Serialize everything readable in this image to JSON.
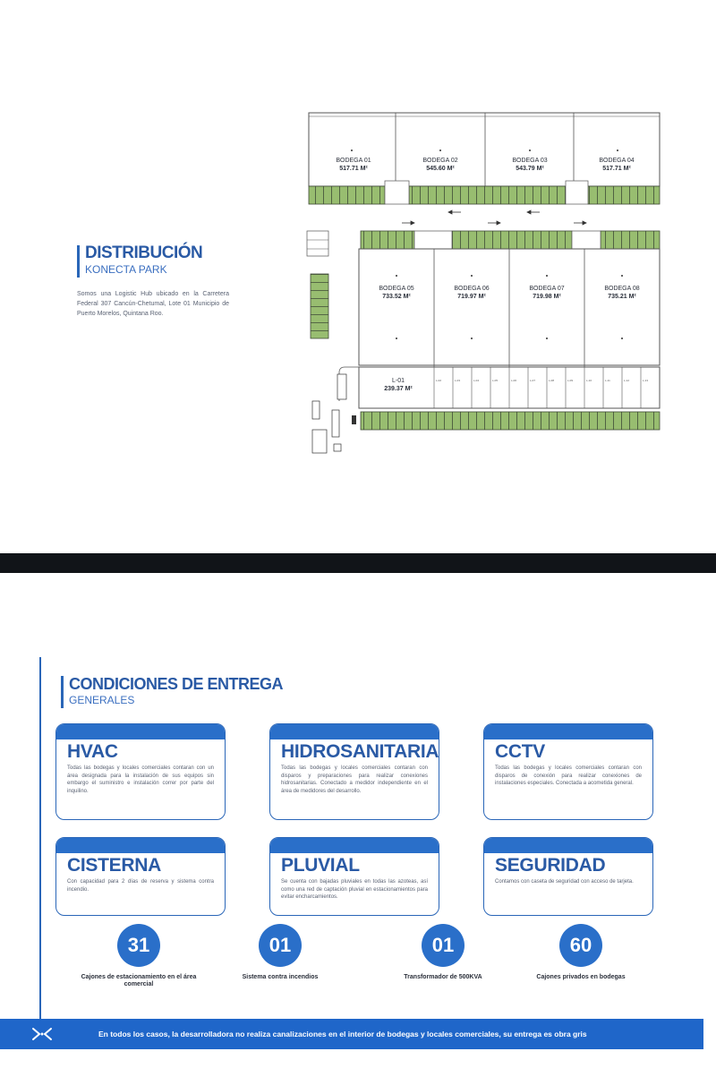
{
  "distribucion": {
    "title": "DISTRIBUCIÓN",
    "subtitle": "KONECTA PARK",
    "description": "Somos una Logistic Hub ubicado en la Carretera Federal 307 Cancún-Chetumal, Lote 01 Municipio de Puerto Morelos, Quintana Roo."
  },
  "plan": {
    "bodegas": [
      {
        "name": "BODEGA 01",
        "area": "517.71 M²"
      },
      {
        "name": "BODEGA 02",
        "area": "545.60 M²"
      },
      {
        "name": "BODEGA 03",
        "area": "543.79 M²"
      },
      {
        "name": "BODEGA 04",
        "area": "517.71 M²"
      },
      {
        "name": "BODEGA 05",
        "area": "733.52 M²"
      },
      {
        "name": "BODEGA 06",
        "area": "719.97 M²"
      },
      {
        "name": "BODEGA 07",
        "area": "719.98 M²"
      },
      {
        "name": "BODEGA 08",
        "area": "735.21 M²"
      }
    ],
    "local": {
      "name": "L-01",
      "area": "239.37 M²"
    },
    "small_locals": [
      "L-02",
      "L-03",
      "L-04",
      "L-05",
      "L-06",
      "L-07",
      "L-08",
      "L-09",
      "L-10",
      "L-11",
      "L-12",
      "L-13"
    ]
  },
  "condiciones": {
    "title": "CONDICIONES DE ENTREGA",
    "subtitle": "GENERALES",
    "cards": [
      {
        "title": "HVAC",
        "text": "Todas las bodegas y locales comerciales contaran con un área designada para la instalación de sus equipos sin embargo el suministro e instalación correr por parte del inquilino."
      },
      {
        "title": "HIDROSANITARIA",
        "text": "Todas las bodegas y locales comerciales contaran con disparos y preparaciones para realizar conexiones hidrosanitarias. Conectado a medidor independiente en el área de medidores del desarrollo."
      },
      {
        "title": "CCTV",
        "text": "Todas las bodegas y locales comerciales contaran con disparos de conexión para realizar conexiones de instalaciones especiales. Conectada a acometida general."
      },
      {
        "title": "CISTERNA",
        "text": "Con capacidad para 2 días de reserva y sistema contra incendio."
      },
      {
        "title": "PLUVIAL",
        "text": "Se cuenta con bajadas pluviales en todas las azoteas, así como una red de captación pluvial en estacionamientos para evitar encharcamientos."
      },
      {
        "title": "SEGURIDAD",
        "text": "Contamos con caseta de seguridad con acceso de tarjeta."
      }
    ],
    "stats": [
      {
        "value": "31",
        "label": "Cajones de estacionamiento en el área comercial"
      },
      {
        "value": "01",
        "label": "Sistema contra incendios"
      },
      {
        "value": "01",
        "label": "Transformador de 500KVA"
      },
      {
        "value": "60",
        "label": "Cajones privados en bodegas"
      }
    ],
    "footer": "En todos los casos, la desarrolladora no realiza canalizaciones en el interior de bodegas y locales comerciales, su entrega es obra gris"
  },
  "colors": {
    "brand_blue": "#2a6fc9",
    "dark_divider": "#111418",
    "parking_green": "#8fb36a"
  }
}
